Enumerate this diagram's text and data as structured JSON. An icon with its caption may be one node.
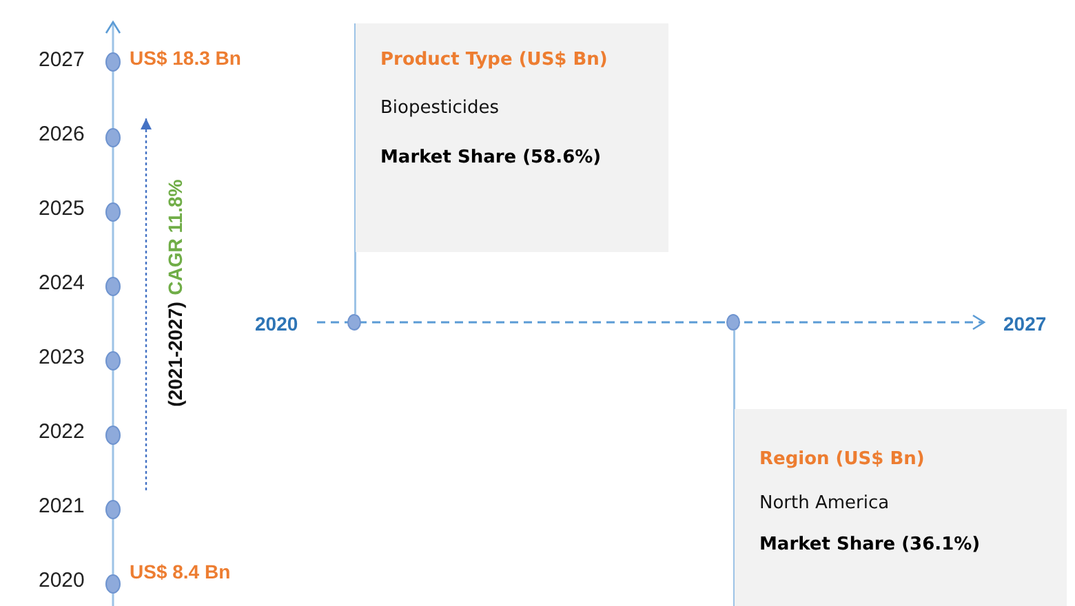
{
  "diagram": {
    "nodes": [
      {
        "text": [
          "Product Type (US$ Bn)",
          "Biopesticides",
          "Market Share (58.6%)"
        ]
      },
      {
        "text": [
          "Region (US$ Bn)",
          "North America",
          "Market Share (36.1%)"
        ]
      },
      {
        "text": [],
        "shape": "circle"
      },
      {
        "text": [],
        "shape": "circle"
      }
    ],
    "edges": [
      {
        "from": 0,
        "to": 2,
        "arrow": "none"
      },
      {
        "from": 3,
        "to": 1,
        "arrow": "none"
      }
    ],
    "labels": [
      "2027",
      "US$ 18.3 Bn",
      "2026",
      "2025",
      "2024",
      "2023",
      "2022",
      "2021",
      "2020",
      "US$ 8.4 Bn",
      "CAGR 11.8%",
      "(2021-2027)",
      "2020",
      "2027"
    ]
  }
}
